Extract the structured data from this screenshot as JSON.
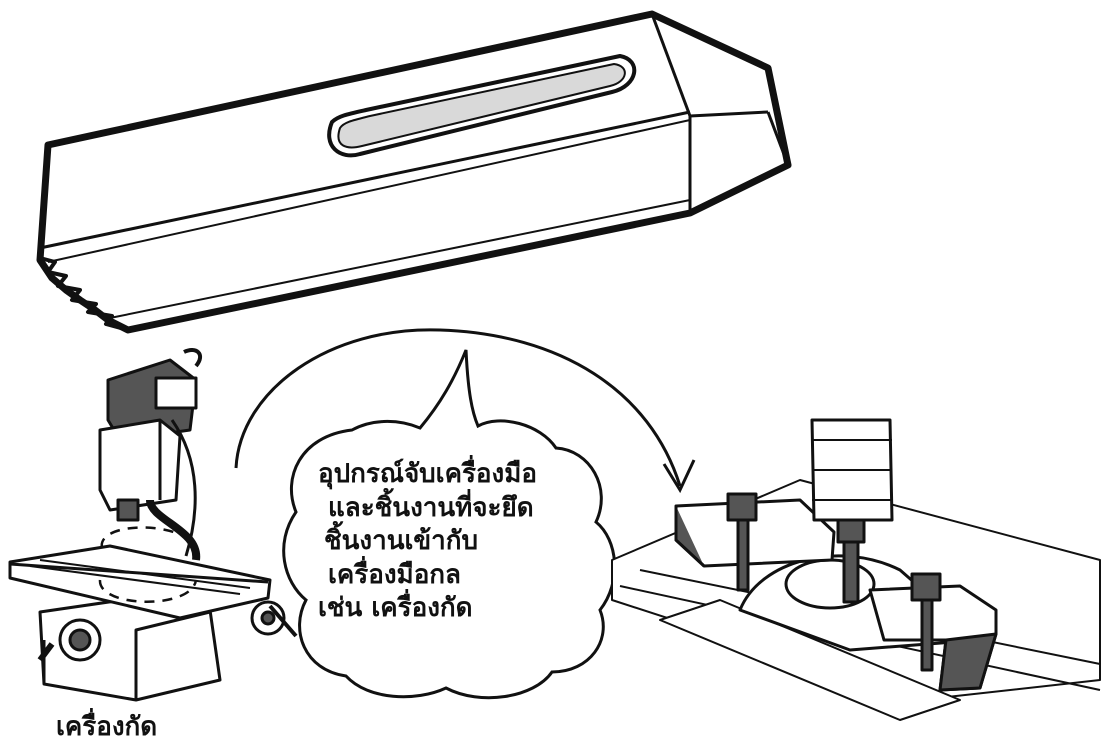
{
  "bubble": {
    "lines": [
      "อุปกรณ์จับเครื่องมือ",
      "และชิ้นงานที่จะยึด",
      "ชิ้นงานเข้ากับ",
      "เครื่องมือกล",
      "เช่น เครื่องกัด"
    ]
  },
  "caption": "เครื่องกัด",
  "colors": {
    "ink": "#111111",
    "slot_fill": "#d9d9d9",
    "shade": "#555555",
    "paper": "#ffffff"
  }
}
